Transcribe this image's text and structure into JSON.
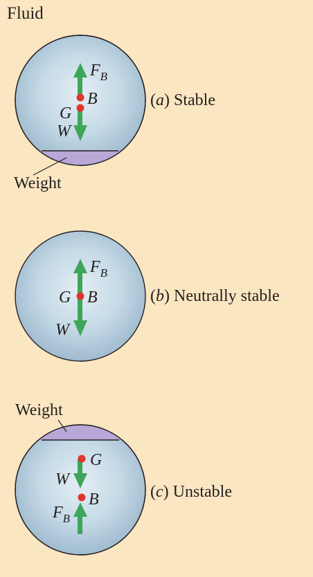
{
  "header": {
    "title": "Fluid"
  },
  "colors": {
    "background": "#fbe6c2",
    "ball_edge": "#d6e7f1",
    "ball_mid": "#bcd3e2",
    "ball_dark": "#9fbbcf",
    "weight_fill": "#b8a8d8",
    "arrow": "#3fa55a",
    "point": "#e0352f",
    "stroke": "#231f20"
  },
  "panels": [
    {
      "id": "stable",
      "caption_letter": "a",
      "caption_text": "Stable",
      "weight_label": "Weight",
      "labels": {
        "FB": "F",
        "FB_sub": "B",
        "B": "B",
        "G": "G",
        "W": "W"
      }
    },
    {
      "id": "neutral",
      "caption_letter": "b",
      "caption_text": "Neutrally stable",
      "labels": {
        "FB": "F",
        "FB_sub": "B",
        "B": "B",
        "G": "G",
        "W": "W"
      }
    },
    {
      "id": "unstable",
      "caption_letter": "c",
      "caption_text": "Unstable",
      "weight_label": "Weight",
      "labels": {
        "FB": "F",
        "FB_sub": "B",
        "B": "B",
        "G": "G",
        "W": "W"
      }
    }
  ]
}
